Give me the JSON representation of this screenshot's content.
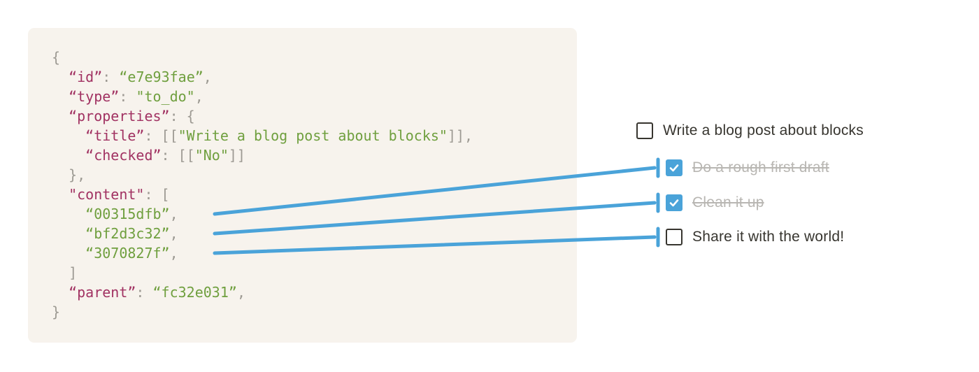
{
  "code_block": {
    "lines": [
      [
        {
          "t": "p",
          "s": "{"
        }
      ],
      [
        {
          "t": "p",
          "s": "  "
        },
        {
          "t": "k",
          "s": "“id”"
        },
        {
          "t": "p",
          "s": ": "
        },
        {
          "t": "v",
          "s": "“e7e93fae”"
        },
        {
          "t": "p",
          "s": ","
        }
      ],
      [
        {
          "t": "p",
          "s": "  "
        },
        {
          "t": "k",
          "s": "“type”"
        },
        {
          "t": "p",
          "s": ": "
        },
        {
          "t": "v",
          "s": "\"to_do\""
        },
        {
          "t": "p",
          "s": ","
        }
      ],
      [
        {
          "t": "p",
          "s": "  "
        },
        {
          "t": "k",
          "s": "“properties”"
        },
        {
          "t": "p",
          "s": ": {"
        }
      ],
      [
        {
          "t": "p",
          "s": "    "
        },
        {
          "t": "k",
          "s": "“title”"
        },
        {
          "t": "p",
          "s": ": [["
        },
        {
          "t": "v",
          "s": "\"Write a blog post about blocks\""
        },
        {
          "t": "p",
          "s": "]],"
        }
      ],
      [
        {
          "t": "p",
          "s": "    "
        },
        {
          "t": "k",
          "s": "“checked”"
        },
        {
          "t": "p",
          "s": ": [["
        },
        {
          "t": "v",
          "s": "\"No\""
        },
        {
          "t": "p",
          "s": "]]"
        }
      ],
      [
        {
          "t": "p",
          "s": "  },"
        }
      ],
      [
        {
          "t": "p",
          "s": "  "
        },
        {
          "t": "k",
          "s": "\"content\""
        },
        {
          "t": "p",
          "s": ": ["
        }
      ],
      [
        {
          "t": "p",
          "s": "    "
        },
        {
          "t": "v",
          "s": "“00315dfb”"
        },
        {
          "t": "p",
          "s": ","
        }
      ],
      [
        {
          "t": "p",
          "s": "    "
        },
        {
          "t": "v",
          "s": "“bf2d3c32”"
        },
        {
          "t": "p",
          "s": ","
        }
      ],
      [
        {
          "t": "p",
          "s": "    "
        },
        {
          "t": "v",
          "s": "“3070827f”"
        },
        {
          "t": "p",
          "s": ","
        }
      ],
      [
        {
          "t": "p",
          "s": "  ]"
        }
      ],
      [
        {
          "t": "p",
          "s": "  "
        },
        {
          "t": "k",
          "s": "“parent”"
        },
        {
          "t": "p",
          "s": ": "
        },
        {
          "t": "v",
          "s": "“fc32e031”"
        },
        {
          "t": "p",
          "s": ","
        }
      ],
      [
        {
          "t": "p",
          "s": "}"
        }
      ]
    ]
  },
  "todo_list": {
    "items": [
      {
        "label": "Write a blog post about blocks",
        "checked": false,
        "indent": 0
      },
      {
        "label": "Do a rough first draft",
        "checked": true,
        "indent": 1
      },
      {
        "label": "Clean it up",
        "checked": true,
        "indent": 1
      },
      {
        "label": "Share it with the world!",
        "checked": false,
        "indent": 1
      }
    ]
  },
  "connections": [
    {
      "from_content_id": "00315dfb",
      "to_task": "Do a rough first draft"
    },
    {
      "from_content_id": "bf2d3c32",
      "to_task": "Clean it up"
    },
    {
      "from_content_id": "3070827f",
      "to_task": "Share it with the world!"
    }
  ],
  "colors": {
    "code_background": "#f7f3ed",
    "key": "#a13262",
    "string_value": "#6f9f3e",
    "punctuation": "#9d9a93",
    "connector_blue": "#4aa3d9",
    "todo_text": "#37352f",
    "done_text": "#b8b6b2"
  }
}
